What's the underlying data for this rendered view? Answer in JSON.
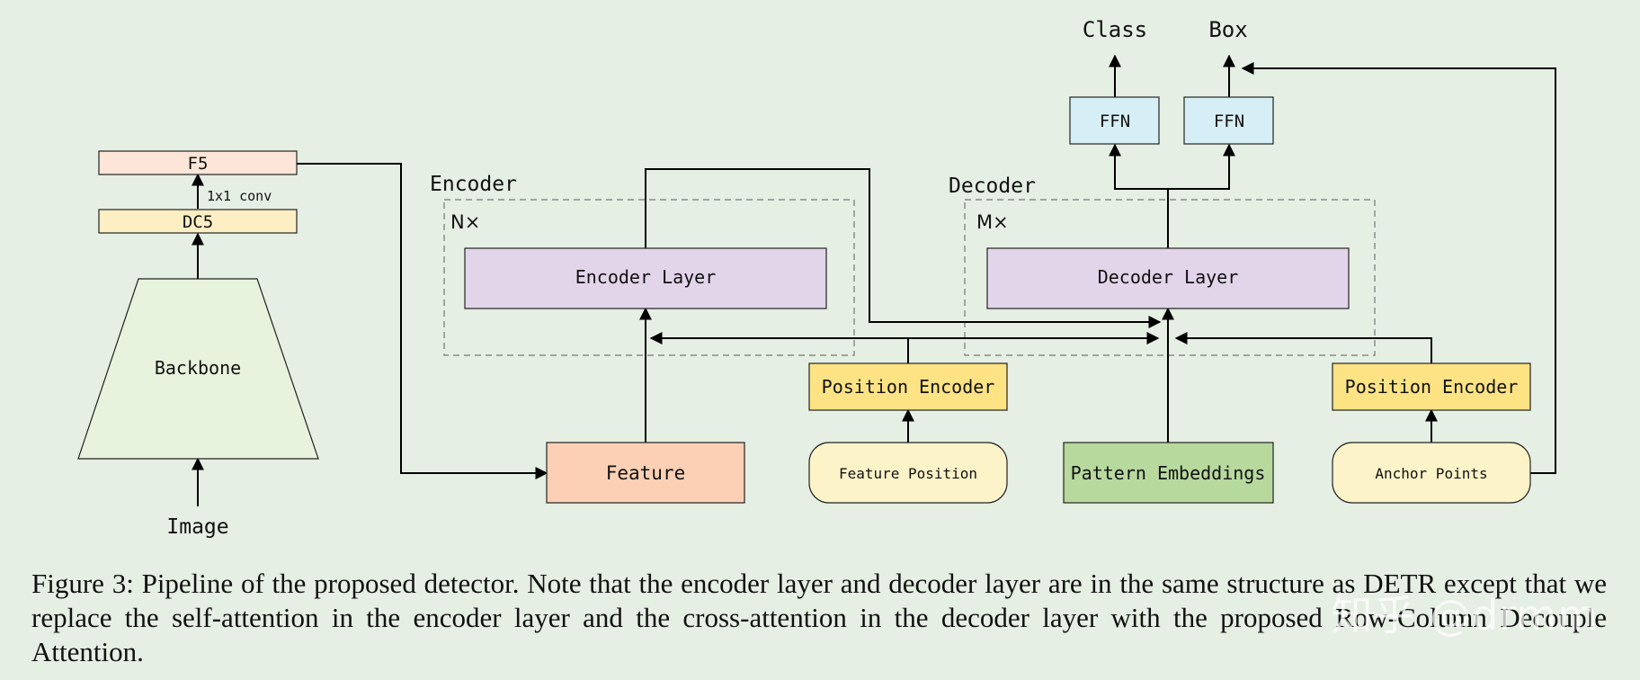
{
  "nodes": {
    "f5": "F5",
    "dc5": "DC5",
    "conv": "1x1 conv",
    "backbone": "Backbone",
    "image": "Image",
    "encoder_title": "Encoder",
    "encoder_repeat": "N×",
    "encoder_layer": "Encoder Layer",
    "decoder_title": "Decoder",
    "decoder_repeat": "M×",
    "decoder_layer": "Decoder Layer",
    "feature": "Feature",
    "position_encoder_1": "Position Encoder",
    "feature_position": "Feature Position",
    "pattern_embeddings": "Pattern Embeddings",
    "position_encoder_2": "Position Encoder",
    "anchor_points": "Anchor Points",
    "ffn_class": "FFN",
    "ffn_box": "FFN",
    "class": "Class",
    "box": "Box"
  },
  "colors": {
    "background": "#e5efe3",
    "f5": "#fde5d8",
    "dc5": "#fdeec4",
    "backbone": "#e8f3dd",
    "layer": "#e2d5ea",
    "feature": "#fcd0b4",
    "position_encoder": "#fde384",
    "input": "#fdf3c9",
    "pattern": "#b7d99e",
    "ffn": "#d6eef5"
  },
  "caption": "Figure 3: Pipeline of the proposed detector. Note that the encoder layer and decoder layer are in the same structure as DETR except that we replace the self-attention in the encoder layer and the cross-attention in the decoder layer with the proposed Row-Column Decouple Attention.",
  "watermark": "知乎 @drmm"
}
